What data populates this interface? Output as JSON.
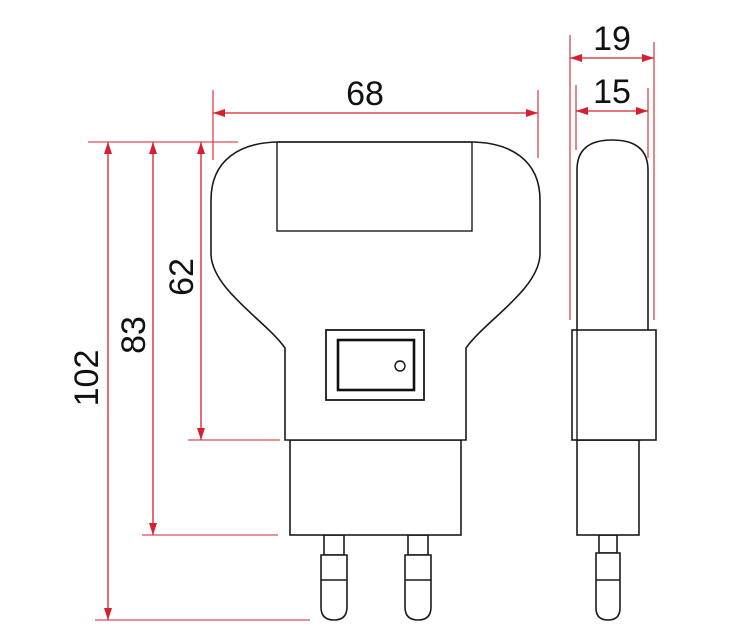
{
  "colors": {
    "dimension": "#d6202f",
    "outline": "#1a1a1a",
    "background": "#ffffff"
  },
  "dimensions": {
    "width_front": "68",
    "height_total": "102",
    "height_body_with_base": "83",
    "height_body": "62",
    "depth_total": "19",
    "depth_body": "15"
  }
}
